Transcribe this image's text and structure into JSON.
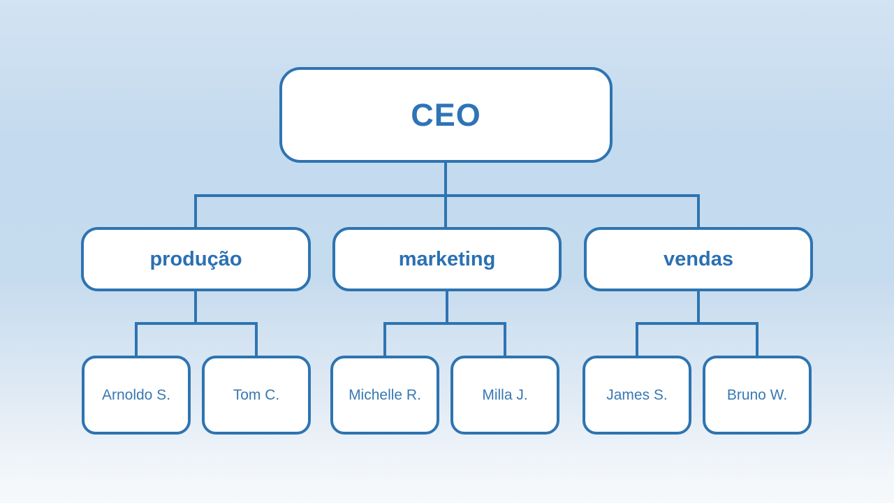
{
  "diagram": {
    "type": "org-chart",
    "root": {
      "label": "CEO"
    },
    "departments": [
      {
        "label": "produção",
        "members": [
          {
            "label": "Arnoldo S."
          },
          {
            "label": "Tom C."
          }
        ]
      },
      {
        "label": "marketing",
        "members": [
          {
            "label": "Michelle R."
          },
          {
            "label": "Milla J."
          }
        ]
      },
      {
        "label": "vendas",
        "members": [
          {
            "label": "James S."
          },
          {
            "label": "Bruno W."
          }
        ]
      }
    ]
  },
  "colors": {
    "node_border": "#2E74B1",
    "node_fill": "#FFFFFF",
    "connector_line": "#2E74B1",
    "root_text": "#2E74B6",
    "department_text": "#2A70B2",
    "member_text": "#3878B2",
    "background_top": "#D2E3F3",
    "background_middle": "#C4DAEE",
    "background_bottom": "#F6F9FB"
  }
}
